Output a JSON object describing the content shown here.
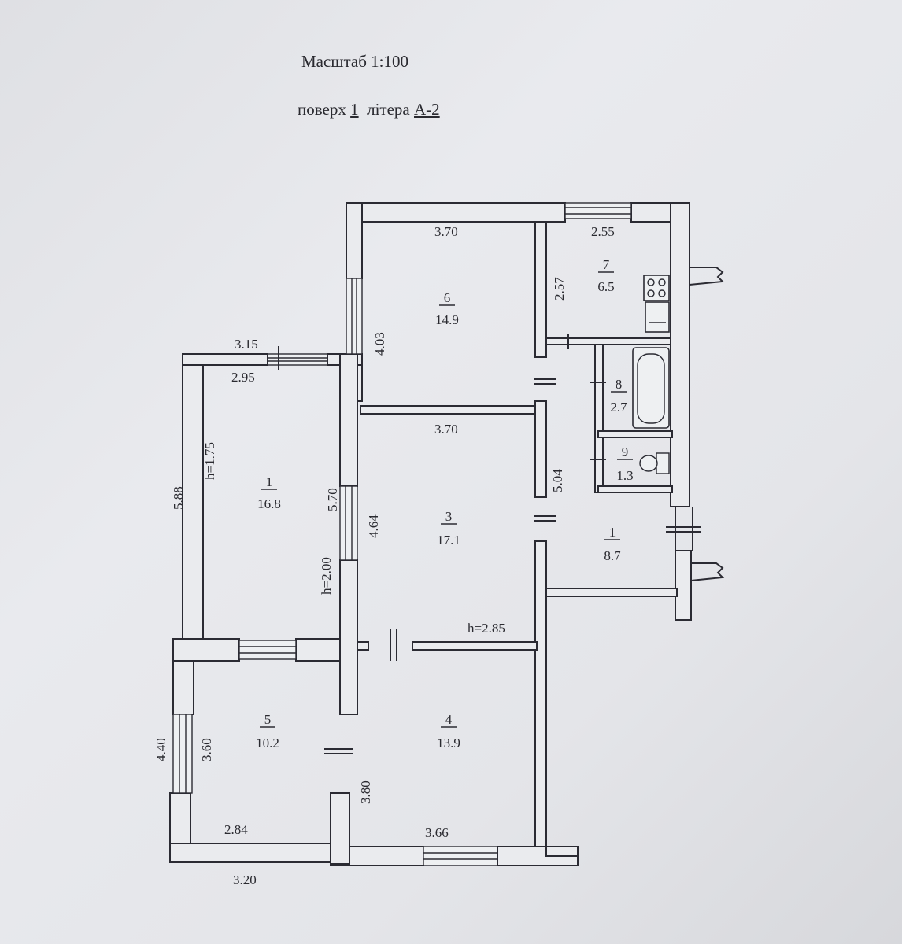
{
  "header": {
    "scale_label": "Масштаб 1:100",
    "floor_label": "поверх",
    "floor_value": "1",
    "letter_label": "літера",
    "letter_value": "А-2"
  },
  "rooms": [
    {
      "key": "r6",
      "number": "6",
      "area": "14.9"
    },
    {
      "key": "r7",
      "number": "7",
      "area": "6.5"
    },
    {
      "key": "r1a",
      "number": "1",
      "area": "16.8"
    },
    {
      "key": "r3",
      "number": "3",
      "area": "17.1"
    },
    {
      "key": "r8",
      "number": "8",
      "area": "2.7"
    },
    {
      "key": "r9",
      "number": "9",
      "area": "1.3"
    },
    {
      "key": "r1b",
      "number": "1",
      "area": "8.7"
    },
    {
      "key": "r5",
      "number": "5",
      "area": "10.2"
    },
    {
      "key": "r4",
      "number": "4",
      "area": "13.9"
    }
  ],
  "dimensions": {
    "d1": "3.70",
    "d2": "2.55",
    "d3": "2.57",
    "d4": "4.03",
    "d5": "3.15",
    "d6": "2.95",
    "d7": "3.70",
    "d8": "h=1.75",
    "d9": "5.88",
    "d10": "5.70",
    "d11": "4.64",
    "d12": "5.04",
    "d13": "h=2.00",
    "d14": "h=2.85",
    "d15": "4.40",
    "d16": "3.60",
    "d17": "3.80",
    "d18": "2.84",
    "d19": "3.66",
    "d20": "3.20"
  }
}
